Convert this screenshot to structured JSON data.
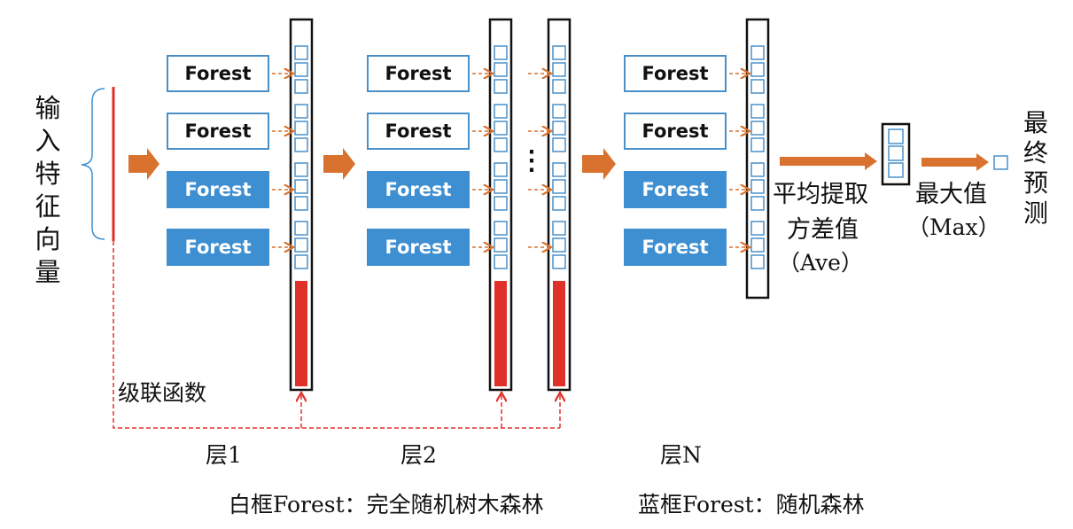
{
  "input_label": "输入特征向量",
  "cascade_label": "级联函数",
  "layers": [
    {
      "label": "层1",
      "forests": [
        {
          "text": "Forest",
          "type": "white"
        },
        {
          "text": "Forest",
          "type": "white"
        },
        {
          "text": "Forest",
          "type": "blue"
        },
        {
          "text": "Forest",
          "type": "blue"
        }
      ]
    },
    {
      "label": "层2",
      "forests": [
        {
          "text": "Forest",
          "type": "white"
        },
        {
          "text": "Forest",
          "type": "white"
        },
        {
          "text": "Forest",
          "type": "blue"
        },
        {
          "text": "Forest",
          "type": "blue"
        }
      ]
    },
    {
      "label": "层N",
      "forests": [
        {
          "text": "Forest",
          "type": "white"
        },
        {
          "text": "Forest",
          "type": "white"
        },
        {
          "text": "Forest",
          "type": "blue"
        },
        {
          "text": "Forest",
          "type": "blue"
        }
      ]
    }
  ],
  "ellipsis": "⋮",
  "average": {
    "line1": "平均提取",
    "line2": "方差值",
    "line3": "（Ave）"
  },
  "max": {
    "line1": "最大值",
    "line2": "（Max）"
  },
  "final_label": "最终预测",
  "legend": {
    "white": "白框Forest：完全随机树木森林",
    "blue": "蓝框Forest：随机森林"
  },
  "colors": {
    "orange": "#d9722e",
    "red": "#e0302a",
    "blue": "#3d8fd1",
    "box_border": "#4a90c8"
  }
}
